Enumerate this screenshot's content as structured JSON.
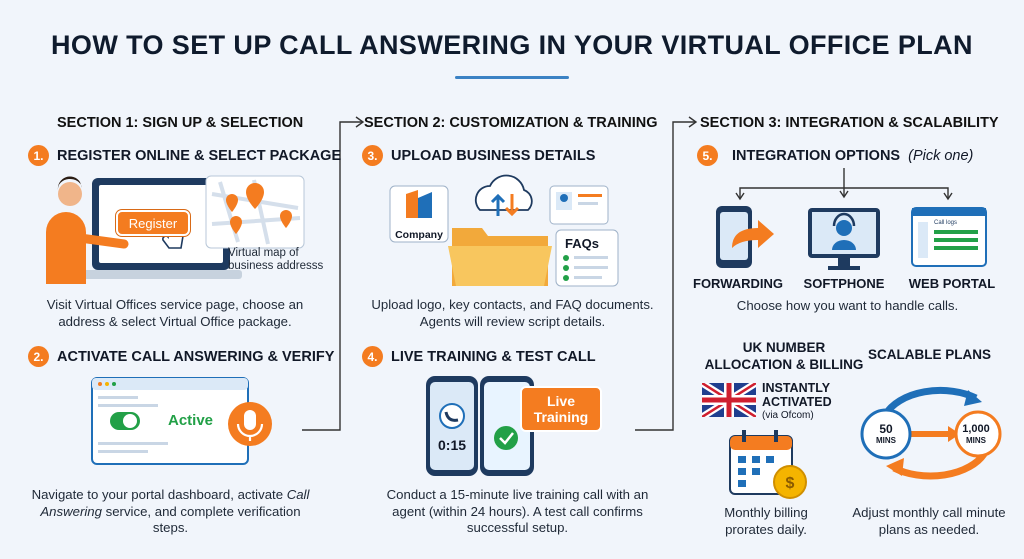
{
  "title": "HOW TO SET UP CALL ANSWERING IN YOUR VIRTUAL OFFICE PLAN",
  "section1": {
    "heading": "SECTION 1: SIGN UP & SELECTION",
    "step1": {
      "number": "1.",
      "title": "REGISTER ONLINE & SELECT PACKAGE",
      "button_label": "Register",
      "map_caption": "Virtual map of business addresss",
      "desc": "Visit Virtual Offices service page, choose an address & select Virtual Office package."
    },
    "step2": {
      "number": "2.",
      "title": "ACTIVATE CALL ANSWERING & VERIFY",
      "toggle_label": "Active",
      "desc_pre": "Navigate to your portal dashboard, activate ",
      "desc_em": "Call Answering",
      "desc_post": " service, and complete verification steps."
    }
  },
  "section2": {
    "heading": "SECTION 2: CUSTOMIZATION & TRAINING",
    "step3": {
      "number": "3.",
      "title": "UPLOAD BUSINESS DETAILS",
      "company_label": "Company",
      "faq_label": "FAQs",
      "desc": "Upload logo, key contacts, and FAQ documents. Agents will review script details."
    },
    "step4": {
      "number": "4.",
      "title": "LIVE TRAINING & TEST CALL",
      "timer": "0:15",
      "badge": "Live Training",
      "desc": "Conduct a 15-minute live training call with an agent (within 24 hours). A test call confirms successful setup."
    }
  },
  "section3": {
    "heading": "SECTION 3: INTEGRATION & SCALABILITY",
    "step5": {
      "number": "5.",
      "title": "INTEGRATION OPTIONS",
      "note": "(Pick one)",
      "options": [
        "FORWARDING",
        "SOFTPHONE",
        "WEB PORTAL"
      ],
      "portal_screen_text": "Call logs",
      "desc": "Choose how you want to handle calls."
    },
    "uk": {
      "title": "UK NUMBER ALLOCATION & BILLING",
      "status": "INSTANTLY ACTIVATED",
      "via": "(via Ofcom)",
      "billing_desc": "Monthly billing prorates daily."
    },
    "scalable": {
      "title": "SCALABLE PLANS",
      "from": "50",
      "from_unit": "MINS",
      "to": "1,000",
      "to_unit": "MINS",
      "desc": "Adjust monthly call minute plans as needed."
    }
  },
  "colors": {
    "accent": "#f47c20",
    "primary": "#1f6fb8",
    "light_blue": "#dbe9f7",
    "green": "#22a047",
    "background": "#f1f5fb"
  }
}
